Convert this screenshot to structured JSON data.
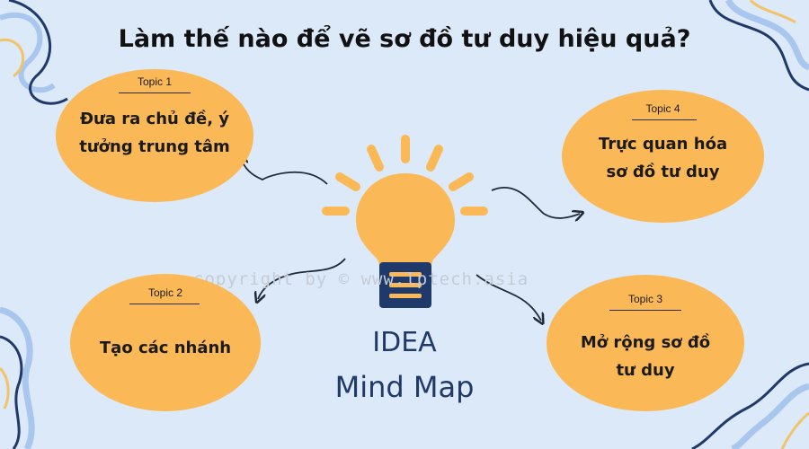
{
  "title": "Làm thế nào để vẽ sơ đồ tư duy hiệu quả?",
  "topics": [
    {
      "label": "Topic 1",
      "text": "Đưa ra chủ đề, ý\ntưởng trung tâm"
    },
    {
      "label": "Topic 2",
      "text": "Tạo các nhánh"
    },
    {
      "label": "Topic 3",
      "text": "Mở rộng sơ đồ\ntư duy"
    },
    {
      "label": "Topic 4",
      "text": "Trực quan hóa\nsơ đồ tư duy"
    }
  ],
  "center": {
    "line1": "IDEA",
    "line2": "Mind Map",
    "icon": "lightbulb-icon"
  },
  "watermark": "copyright by © www.lptech.asia",
  "colors": {
    "background": "#dce9f9",
    "topic_fill": "#fbb857",
    "bulb": "#fbb857",
    "bulb_base": "#1f3a6a",
    "wave_dark": "#1f3a6a",
    "wave_light": "#f2c36b",
    "wave_blue": "#a9c6ee"
  }
}
